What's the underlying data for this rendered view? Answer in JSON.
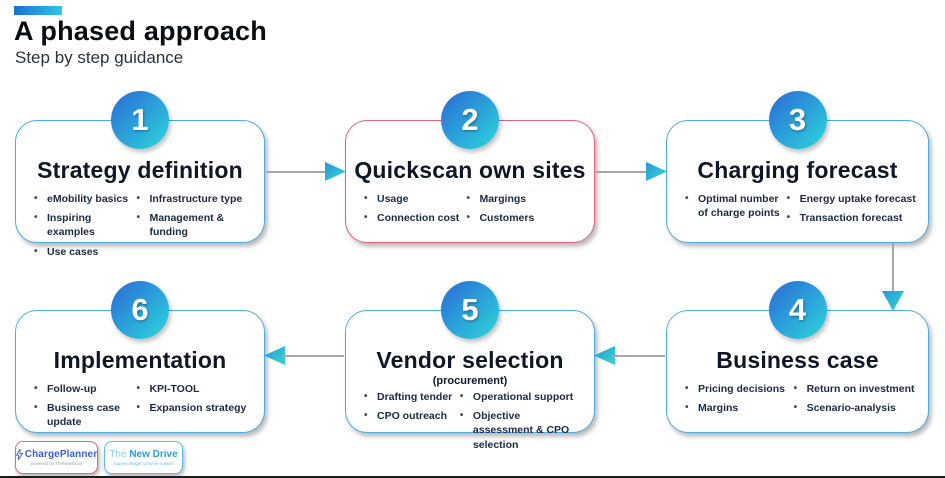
{
  "header": {
    "title": "A phased approach",
    "subtitle": "Step by step guidance"
  },
  "steps": [
    {
      "number": "1",
      "title": "Strategy definition",
      "accent": "#4aaee6",
      "bullets_left": [
        "eMobility basics",
        "Inspiring examples",
        "Use cases"
      ],
      "bullets_right": [
        "Infrastructure type",
        "Management & funding"
      ]
    },
    {
      "number": "2",
      "title": "Quickscan own sites",
      "accent": "#e8647e",
      "bullets_left": [
        "Usage",
        "Connection cost"
      ],
      "bullets_right": [
        "Margings",
        "Customers"
      ]
    },
    {
      "number": "3",
      "title": "Charging forecast",
      "accent": "#4aaee6",
      "bullets_left": [
        "Optimal number of charge points"
      ],
      "bullets_right": [
        "Energy uptake forecast",
        "Transaction forecast"
      ]
    },
    {
      "number": "4",
      "title": "Business case",
      "accent": "#4aaee6",
      "bullets_left": [
        "Pricing decisions",
        "Margins"
      ],
      "bullets_right": [
        "Return on investment",
        "Scenario-analysis"
      ]
    },
    {
      "number": "5",
      "title": "Vendor selection",
      "subtitle": "(procurement)",
      "accent": "#4aaee6",
      "bullets_left": [
        "Drafting tender",
        "CPO outreach"
      ],
      "bullets_right": [
        "Operational support",
        "Objective assessment & CPO selection"
      ]
    },
    {
      "number": "6",
      "title": "Implementation",
      "accent": "#4aaee6",
      "bullets_left": [
        "Follow-up",
        "Business case update"
      ],
      "bullets_right": [
        "KPI-TOOL",
        "Expansion strategy"
      ]
    }
  ],
  "flow": [
    "1→2",
    "2→3",
    "3→4",
    "4→5",
    "5→6"
  ],
  "logos": {
    "chargeplanner": {
      "name": "ChargePlanner",
      "tagline": "powered by TheNewDrive",
      "icon": "lightning-bolt"
    },
    "newdrive": {
      "prefix": "The ",
      "name": "New Drive",
      "tagline": "Samen België schoner maken"
    }
  },
  "colors": {
    "box_border_blue": "#4aaee6",
    "box_border_pink": "#e8647e",
    "circle_gradient_start": "#2b74d8",
    "circle_gradient_end": "#2bd2da",
    "accent_bar_start": "#1a6fd4",
    "accent_bar_end": "#2fc6e6",
    "arrow_line": "#a7a7a7",
    "title_text": "#0f1726"
  }
}
